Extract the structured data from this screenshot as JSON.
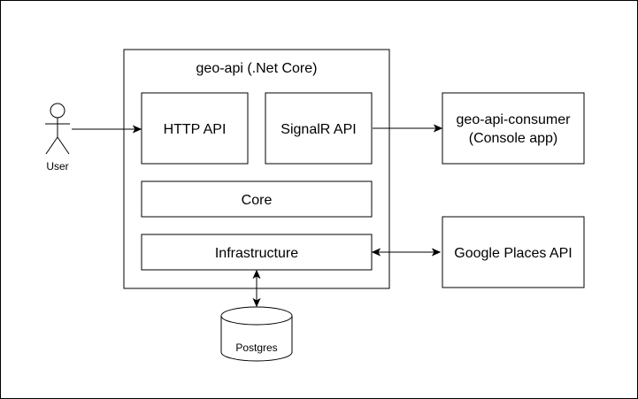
{
  "diagram": {
    "container_title": "geo-api (.Net Core)",
    "actor_label": "User",
    "nodes": {
      "http_api": "HTTP API",
      "signalr_api": "SignalR API",
      "core": "Core",
      "infrastructure": "Infrastructure",
      "consumer_line1": "geo-api-consumer",
      "consumer_line2": "(Console app)",
      "google_places": "Google Places API",
      "postgres": "Postgres"
    }
  }
}
